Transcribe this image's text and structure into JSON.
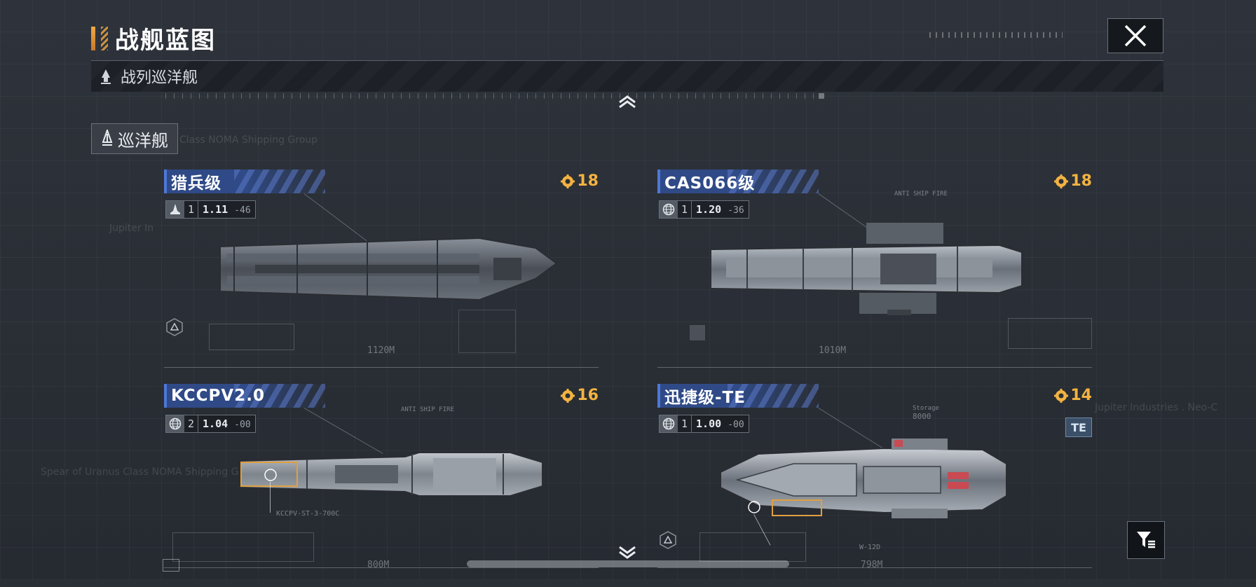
{
  "header": {
    "title": "战舰蓝图"
  },
  "category": {
    "label": "战列巡洋舰"
  },
  "subtab": {
    "label": "巡洋舰"
  },
  "background_text": {
    "left_top": "Class NOMA Shipping Group",
    "left_mid": "Jupiter In",
    "left_bottom": "Spear of Uranus Class NOMA Shipping Group",
    "right": "Jupiter Industries . Neo-C"
  },
  "ships": [
    {
      "name": "猎兵级",
      "type_icon": "fighter-icon",
      "level": "1",
      "value_main": "1.11",
      "value_sub": "-46",
      "cost": "18",
      "scale": "1120M",
      "callout": "",
      "te": ""
    },
    {
      "name": "CAS066级",
      "type_icon": "globe-icon",
      "level": "1",
      "value_main": "1.20",
      "value_sub": "-36",
      "cost": "18",
      "scale": "1010M",
      "callout": "ANTI SHIP FIRE",
      "te": ""
    },
    {
      "name": "KCCPV2.0",
      "type_icon": "globe-icon",
      "level": "2",
      "value_main": "1.04",
      "value_sub": "-00",
      "cost": "16",
      "scale": "800M",
      "callout": "ANTI SHIP FIRE",
      "part": "KCCPV-ST-3-700C",
      "te": ""
    },
    {
      "name": "迅捷级-TE",
      "type_icon": "globe-icon",
      "level": "1",
      "value_main": "1.00",
      "value_sub": "-00",
      "cost": "14",
      "scale": "798M",
      "callout": "Storage",
      "storage": "8000",
      "part": "W-12D",
      "te": "TE"
    }
  ],
  "colors": {
    "accent_orange": "#f3b340",
    "name_blue": "#2f4a86",
    "bg": "#2b2f36"
  }
}
